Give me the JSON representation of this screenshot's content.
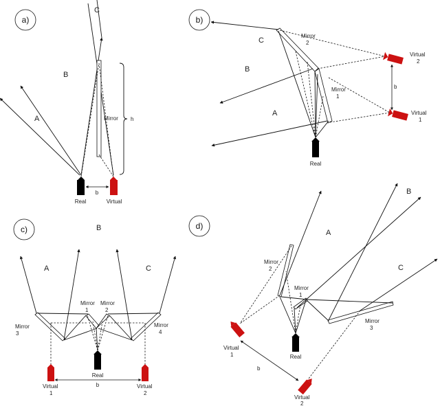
{
  "panels": {
    "a": {
      "id": "a)",
      "rays": [
        "A",
        "B",
        "C"
      ],
      "mirror": "Mirror",
      "h": "h",
      "b": "b",
      "real": "Real",
      "virtual": "Virtual"
    },
    "b": {
      "id": "b)",
      "rays": [
        "A",
        "B",
        "C"
      ],
      "mirror1": [
        "Mirror",
        "1"
      ],
      "mirror2": [
        "Mirror",
        "2"
      ],
      "virtual1": [
        "Virtual",
        "1"
      ],
      "virtual2": [
        "Virtual",
        "2"
      ],
      "b": "b",
      "real": "Real"
    },
    "c": {
      "id": "c)",
      "rays": [
        "A",
        "B",
        "C"
      ],
      "mirror1": [
        "Mirror",
        "1"
      ],
      "mirror2": [
        "Mirror",
        "2"
      ],
      "mirror3": [
        "Mirror",
        "3"
      ],
      "mirror4": [
        "Mirror",
        "4"
      ],
      "virtual1": [
        "Virtual",
        "1"
      ],
      "virtual2": [
        "Virtual",
        "2"
      ],
      "b": "b",
      "real": "Real"
    },
    "d": {
      "id": "d)",
      "rays": [
        "A",
        "B",
        "C"
      ],
      "mirror1": [
        "Mirror",
        "1"
      ],
      "mirror2": [
        "Mirror",
        "2"
      ],
      "mirror3": [
        "Mirror",
        "3"
      ],
      "virtual1": [
        "Virtual",
        "1"
      ],
      "virtual2": [
        "Virtual",
        "2"
      ],
      "b": "b",
      "real": "Real"
    }
  },
  "colors": {
    "real_camera": "#000000",
    "virtual_camera": "#cc1111",
    "lines": "#111111"
  }
}
